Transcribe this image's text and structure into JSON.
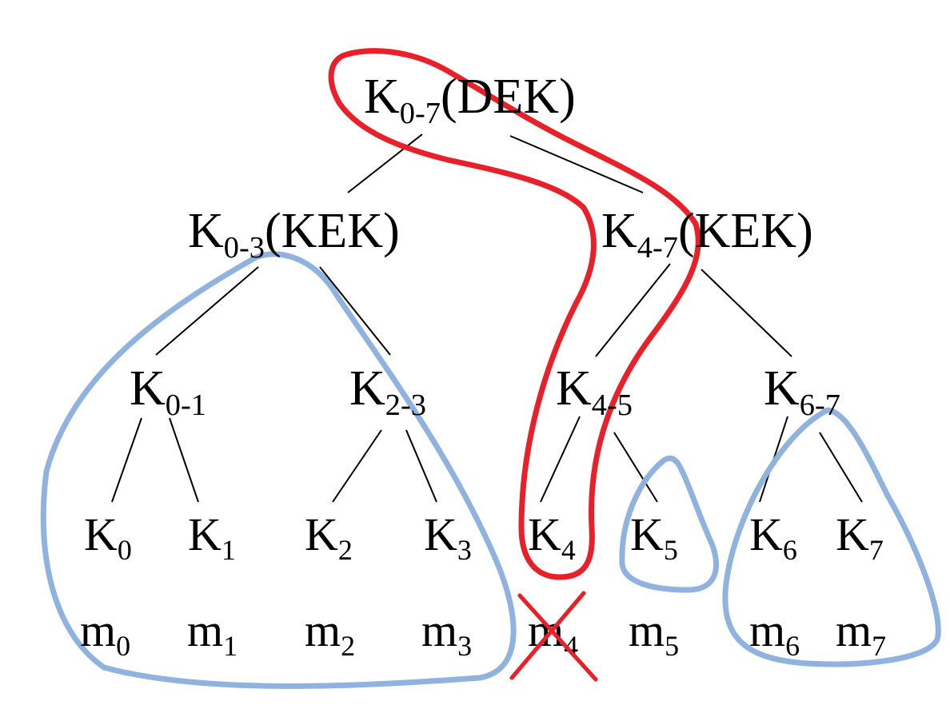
{
  "colors": {
    "text": "#000000",
    "edge": "#000000",
    "revoked_path": "#e8202a",
    "cover_sets": "#8fb3de",
    "revoked_mark": "#e8202a"
  },
  "nodes": {
    "root": {
      "base": "K",
      "sub": "0-7",
      "suffix": "(DEK)"
    },
    "k03": {
      "base": "K",
      "sub": "0-3",
      "suffix": "(KEK)"
    },
    "k47": {
      "base": "K",
      "sub": "4-7",
      "suffix": "(KEK)"
    },
    "k01": {
      "base": "K",
      "sub": "0-1"
    },
    "k23": {
      "base": "K",
      "sub": "2-3"
    },
    "k45": {
      "base": "K",
      "sub": "4-5"
    },
    "k67": {
      "base": "K",
      "sub": "6-7"
    },
    "k0": {
      "base": "K",
      "sub": "0"
    },
    "k1": {
      "base": "K",
      "sub": "1"
    },
    "k2": {
      "base": "K",
      "sub": "2"
    },
    "k3": {
      "base": "K",
      "sub": "3"
    },
    "k4": {
      "base": "K",
      "sub": "4"
    },
    "k5": {
      "base": "K",
      "sub": "5"
    },
    "k6": {
      "base": "K",
      "sub": "6"
    },
    "k7": {
      "base": "K",
      "sub": "7"
    }
  },
  "members": [
    {
      "base": "m",
      "sub": "0"
    },
    {
      "base": "m",
      "sub": "1"
    },
    {
      "base": "m",
      "sub": "2"
    },
    {
      "base": "m",
      "sub": "3"
    },
    {
      "base": "m",
      "sub": "4"
    },
    {
      "base": "m",
      "sub": "5"
    },
    {
      "base": "m",
      "sub": "6"
    },
    {
      "base": "m",
      "sub": "7"
    }
  ],
  "revoked_member": "m4"
}
